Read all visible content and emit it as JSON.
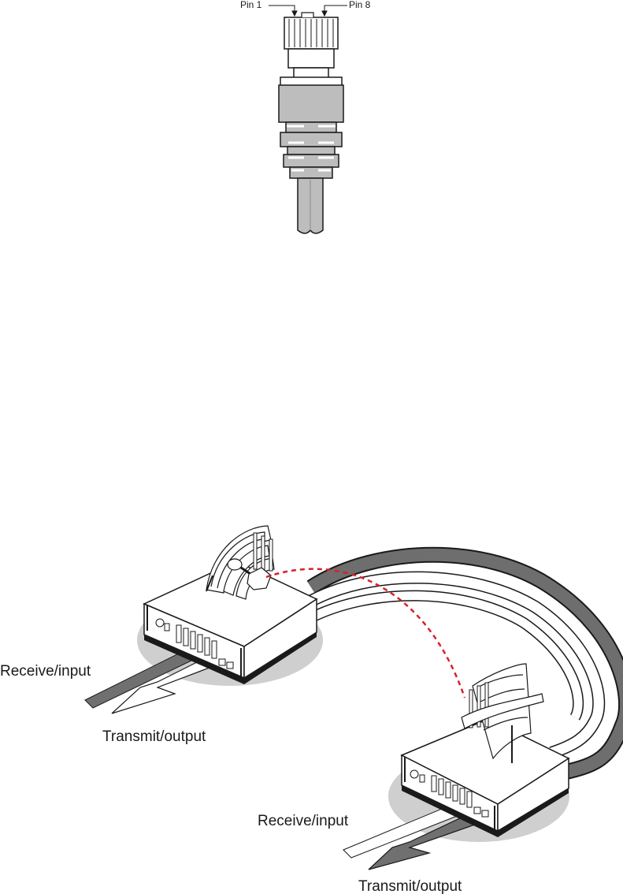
{
  "connector": {
    "pin_left_label": "Pin 1",
    "pin_right_label": "Pin 8"
  },
  "loop_diagram": {
    "unit_a": {
      "receive_label": "Receive/input",
      "transmit_label": "Transmit/output"
    },
    "unit_b": {
      "receive_label": "Receive/input",
      "transmit_label": "Transmit/output"
    },
    "colors": {
      "link_dashed": "#d8202a",
      "loop_dark": "#6e6e6e",
      "base_shadow": "#cfcfcf",
      "receive_strip": "#707070",
      "transmit_arrow": "#ffffff"
    }
  }
}
